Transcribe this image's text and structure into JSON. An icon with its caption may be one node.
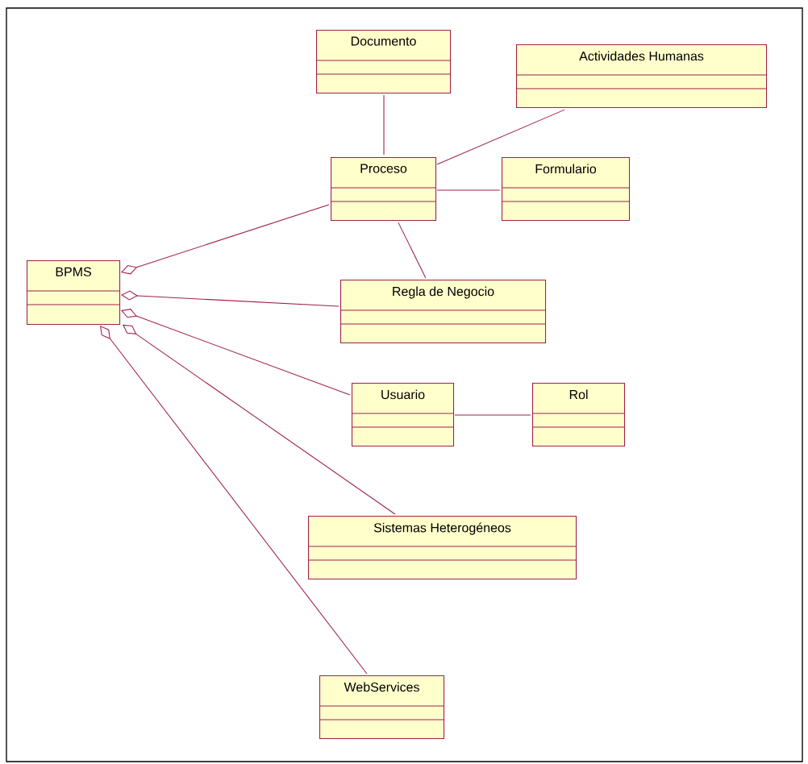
{
  "diagram": {
    "nodes": [
      {
        "text": [
          "Documento"
        ]
      },
      {
        "text": [
          "Actividades Humanas"
        ]
      },
      {
        "text": [
          "Proceso"
        ]
      },
      {
        "text": [
          "Formulario"
        ]
      },
      {
        "text": [
          "BPMS"
        ]
      },
      {
        "text": [
          "Regla de Negocio"
        ]
      },
      {
        "text": [
          "Usuario"
        ]
      },
      {
        "text": [
          "Rol"
        ]
      },
      {
        "text": [
          "Sistemas Heterogéneos"
        ]
      },
      {
        "text": [
          "WebServices"
        ]
      }
    ],
    "edges": [
      {
        "from": 0,
        "to": 2,
        "arrow": "none"
      },
      {
        "from": 1,
        "to": 2,
        "arrow": "none"
      },
      {
        "from": 2,
        "to": 3,
        "arrow": "none"
      },
      {
        "from": 2,
        "to": 5,
        "arrow": "none"
      },
      {
        "from": 4,
        "to": 2,
        "arrow": "other"
      },
      {
        "from": 4,
        "to": 5,
        "arrow": "other"
      },
      {
        "from": 4,
        "to": 6,
        "arrow": "other"
      },
      {
        "from": 6,
        "to": 7,
        "arrow": "none"
      },
      {
        "from": 4,
        "to": 8,
        "arrow": "other"
      },
      {
        "from": 4,
        "to": 9,
        "arrow": "other"
      }
    ]
  }
}
